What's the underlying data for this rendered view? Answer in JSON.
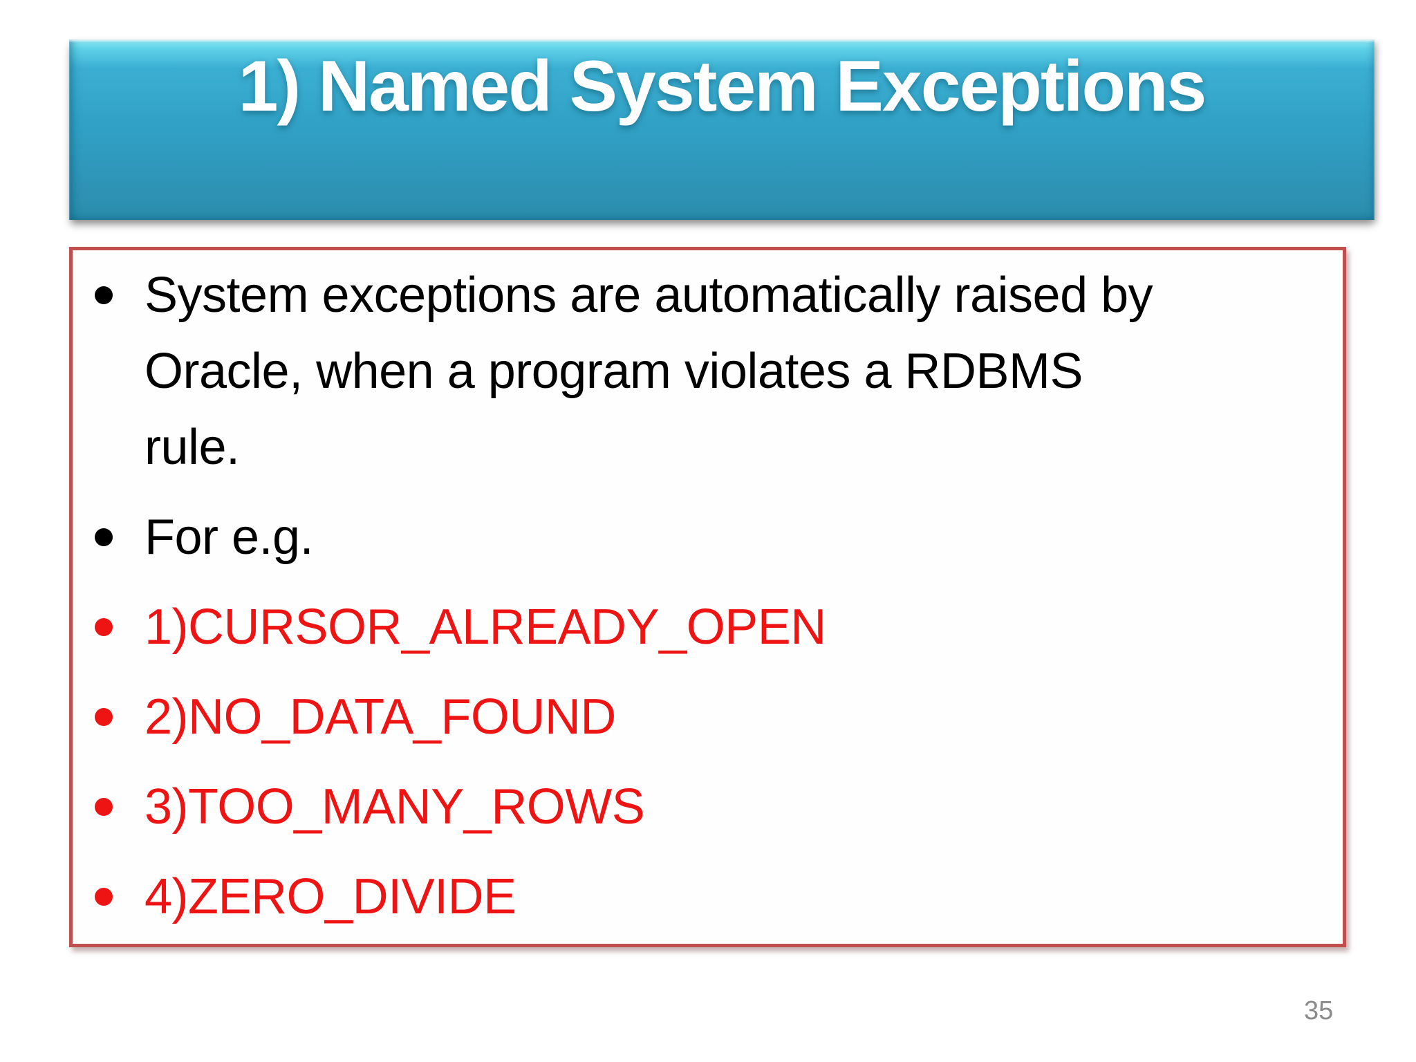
{
  "slide": {
    "title": "1) Named System Exceptions",
    "page_number": "35",
    "bullets": [
      {
        "color": "black",
        "lines": [
          "System exceptions are automatically raised by",
          "Oracle, when a program violates a RDBMS",
          "rule."
        ]
      },
      {
        "color": "black",
        "lines": [
          "For e.g."
        ]
      },
      {
        "color": "red",
        "lines": [
          "1)CURSOR_ALREADY_OPEN"
        ]
      },
      {
        "color": "red",
        "lines": [
          "2)NO_DATA_FOUND"
        ]
      },
      {
        "color": "red",
        "lines": [
          "3)TOO_MANY_ROWS"
        ]
      },
      {
        "color": "red",
        "lines": [
          "4)ZERO_DIVIDE"
        ]
      }
    ],
    "colors": {
      "banner_main": "#31a2c6",
      "banner_bottom": "#2b8dad",
      "title_text": "#ffffff",
      "box_border": "#c0504d",
      "black_text": "#000000",
      "red_text": "#ee1414",
      "page_number": "#8a8a8a"
    }
  }
}
